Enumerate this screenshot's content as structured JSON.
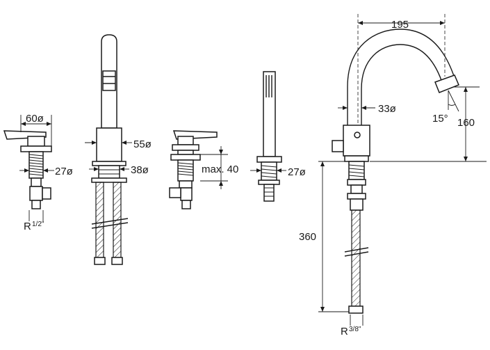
{
  "dims": {
    "valve_left_width": "60ø",
    "valve_left_thread": "27ø",
    "valve_left_conn": "R",
    "valve_left_conn_frac": "1/2\"",
    "spout_body": "55ø",
    "spout_base": "38ø",
    "mid_max": "max. 40",
    "shower_thread": "27ø",
    "tap_width": "195",
    "tap_spout": "33ø",
    "tap_angle": "15°",
    "tap_height": "160",
    "tap_hose": "360",
    "tap_conn": "R",
    "tap_conn_frac": "3/8\""
  }
}
